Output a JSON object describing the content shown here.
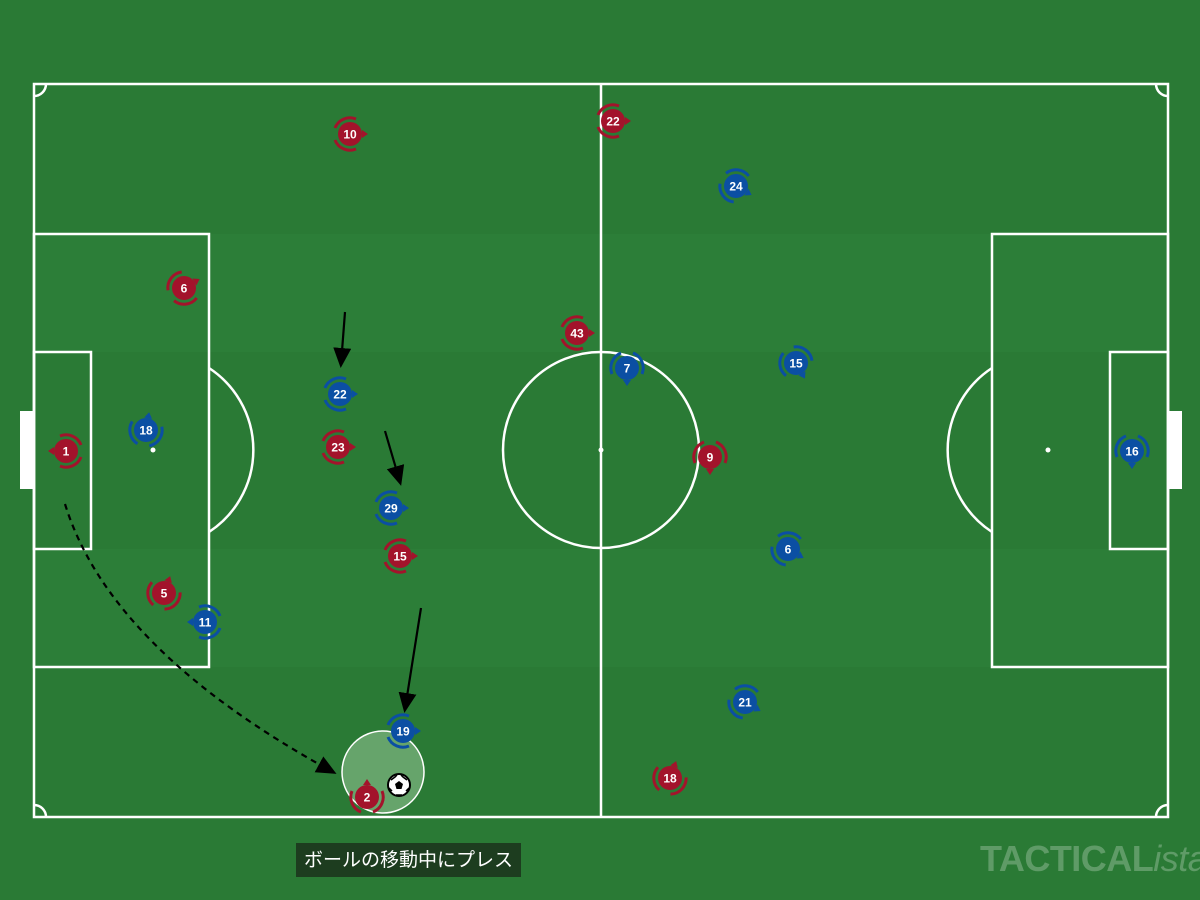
{
  "caption": "ボールの移動中にプレス",
  "watermark": {
    "main": "TACTICAL",
    "script": "ista"
  },
  "colors": {
    "pitch": "#2a7a35",
    "stripe": "#2f823b",
    "line": "#ffffff",
    "team_red": "#a3132b",
    "team_blue": "#0b4fa3",
    "arrow": "#000000",
    "highlight": "#8fbf8f"
  },
  "team_red": [
    {
      "number": "1"
    },
    {
      "number": "10"
    },
    {
      "number": "22"
    },
    {
      "number": "6"
    },
    {
      "number": "43"
    },
    {
      "number": "23"
    },
    {
      "number": "9"
    },
    {
      "number": "15"
    },
    {
      "number": "5"
    },
    {
      "number": "2"
    },
    {
      "number": "18"
    }
  ],
  "team_blue": [
    {
      "number": "18"
    },
    {
      "number": "22"
    },
    {
      "number": "7"
    },
    {
      "number": "15"
    },
    {
      "number": "24"
    },
    {
      "number": "29"
    },
    {
      "number": "6"
    },
    {
      "number": "11"
    },
    {
      "number": "21"
    },
    {
      "number": "19"
    },
    {
      "number": "16"
    }
  ],
  "ball_icon": "soccer-ball-icon"
}
